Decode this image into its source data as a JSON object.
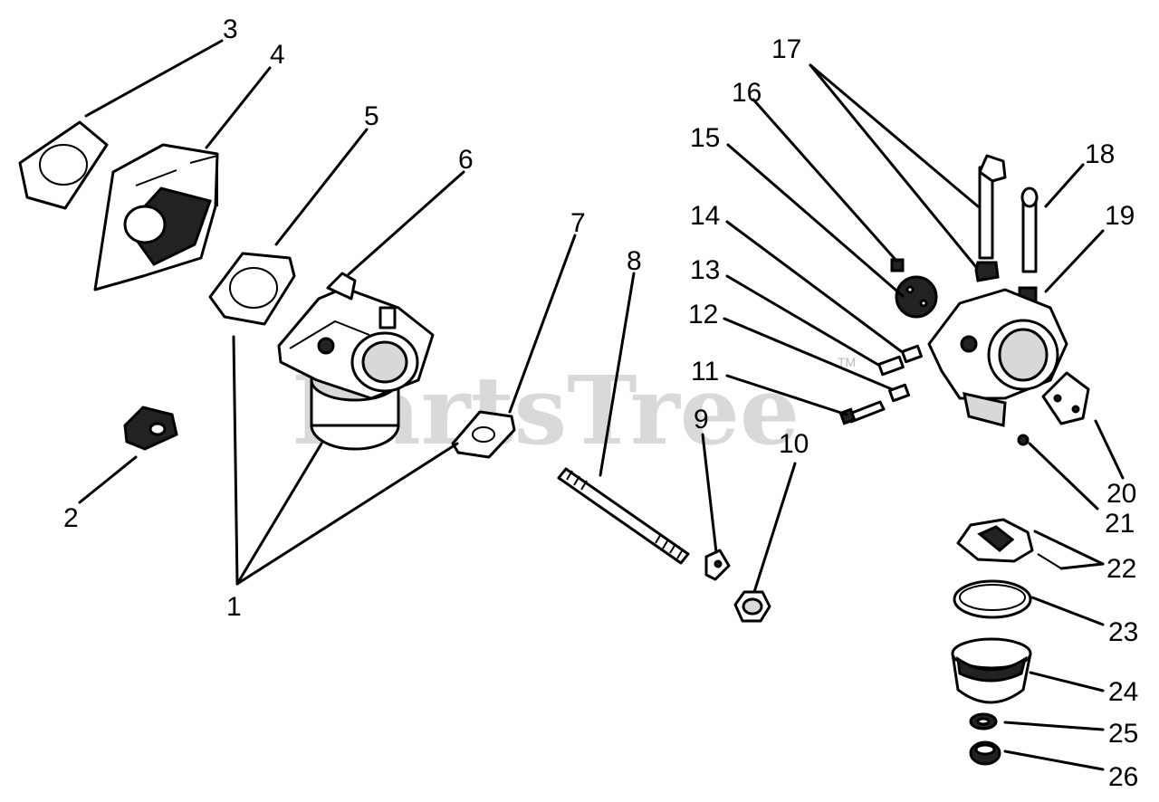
{
  "watermark": {
    "text": "PartsTree",
    "trademark": "TM"
  },
  "callouts": {
    "c1": "1",
    "c2": "2",
    "c3": "3",
    "c4": "4",
    "c5": "5",
    "c6": "6",
    "c7": "7",
    "c8": "8",
    "c9": "9",
    "c10": "10",
    "c11": "11",
    "c12": "12",
    "c13": "13",
    "c14": "14",
    "c15": "15",
    "c16": "16",
    "c17": "17",
    "c18": "18",
    "c19": "19",
    "c20": "20",
    "c21": "21",
    "c22": "22",
    "c23": "23",
    "c24": "24",
    "c25": "25",
    "c26": "26"
  },
  "colors": {
    "ink": "#000000",
    "watermark": "#b9b9b9",
    "background": "#ffffff"
  }
}
